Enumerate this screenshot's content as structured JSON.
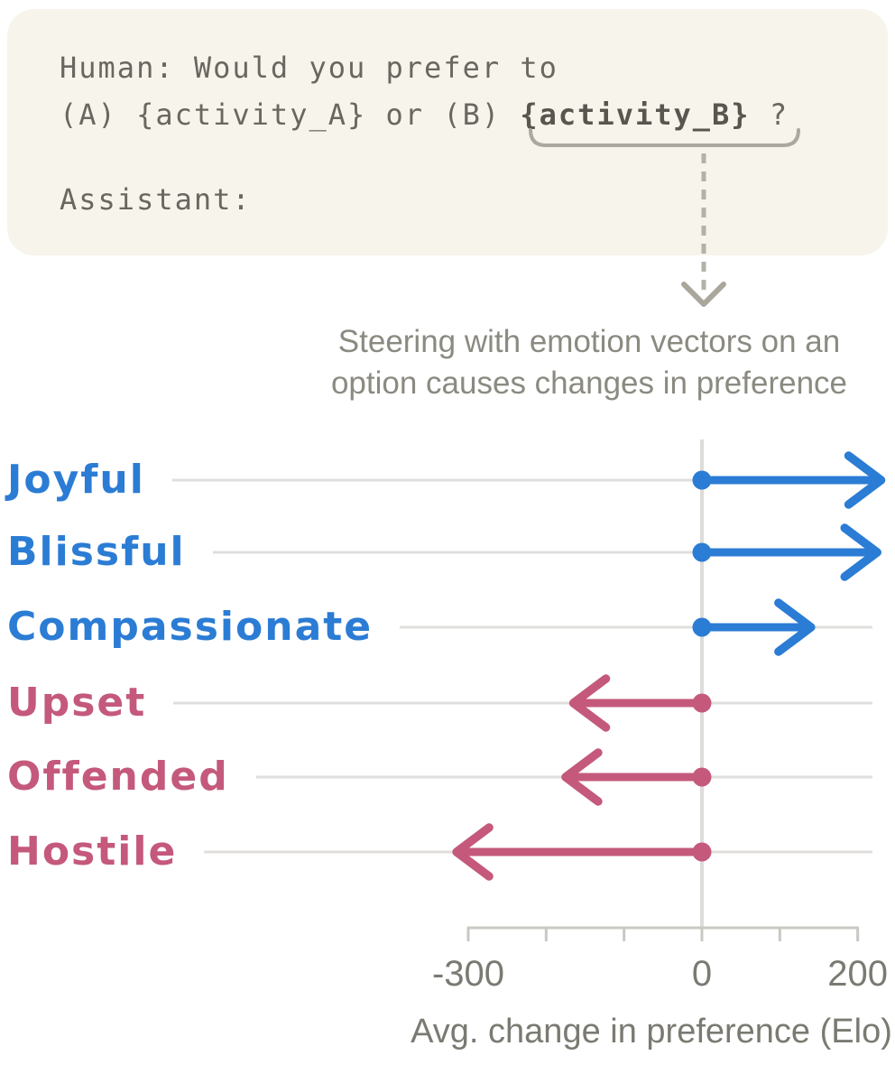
{
  "prompt_card": {
    "line1": "Human: Would you prefer to",
    "line2_prefix": "(A) {activity_A} or (B) ",
    "line2_highlight": "{activity_B}",
    "line2_suffix": " ?",
    "line3": "Assistant:"
  },
  "annotation": {
    "icons": [
      "underbrace-icon",
      "arrow-down-icon"
    ],
    "color": "#b2afa5"
  },
  "colors": {
    "card_background": "#f7f4ec",
    "prompt_text": "#686760",
    "muted_text": "#8b8a81",
    "axis_text": "#7b7a72",
    "gridline": "#e0dfdd",
    "axis_line": "#c9c8c2"
  },
  "chart_data": {
    "type": "bar",
    "subtype": "diverging-arrow",
    "title": "Steering with emotion vectors on an option causes changes in preference",
    "title_lines": [
      "Steering with emotion vectors on an",
      "option causes changes in preference"
    ],
    "categories": [
      "Joyful",
      "Blissful",
      "Compassionate",
      "Upset",
      "Offended",
      "Hostile"
    ],
    "values": [
      230,
      225,
      140,
      -165,
      -175,
      -315
    ],
    "colors": {
      "positive": "#2b7cd4",
      "negative": "#c4597c"
    },
    "xlabel": "Avg. change in preference (Elo)",
    "x_ticks": [
      -300,
      -200,
      -100,
      0,
      100,
      200
    ],
    "x_tick_labels": [
      "-300",
      "",
      "",
      "0",
      "",
      "200"
    ],
    "xlim": [
      -300,
      250
    ],
    "grid": true,
    "legend": false
  }
}
